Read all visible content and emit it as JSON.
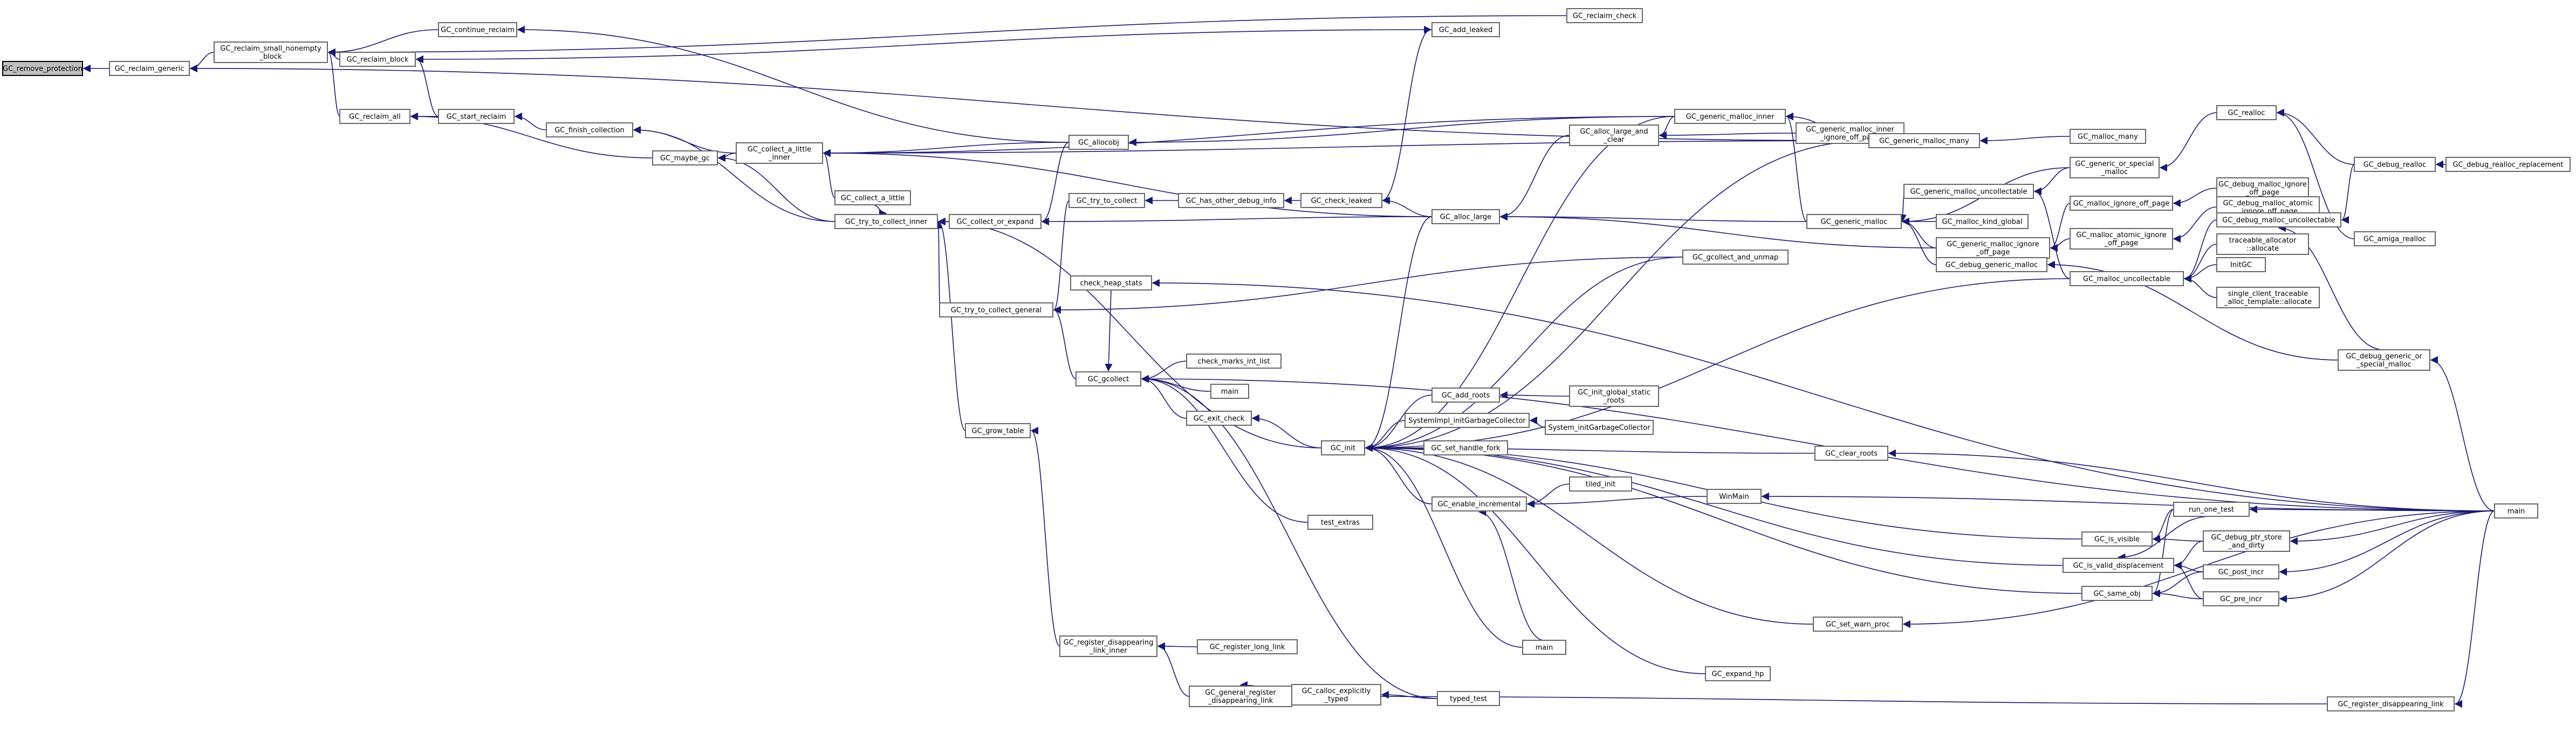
{
  "colors": {
    "edge": "#191970",
    "node_border": "#666666",
    "root_fill": "#bfbfbf"
  },
  "root": "GC_remove_protection",
  "nodes": {
    "remove_protection": [
      "GC_remove_protection"
    ],
    "reclaim_generic": [
      "GC_reclaim_generic"
    ],
    "reclaim_small": [
      "GC_reclaim_small_nonempty",
      "_block"
    ],
    "continue_reclaim": [
      "GC_continue_reclaim"
    ],
    "reclaim_block": [
      "GC_reclaim_block"
    ],
    "reclaim_check": [
      "GC_reclaim_check"
    ],
    "reclaim_all": [
      "GC_reclaim_all"
    ],
    "start_reclaim": [
      "GC_start_reclaim"
    ],
    "finish_collection": [
      "GC_finish_collection"
    ],
    "maybe_gc": [
      "GC_maybe_gc"
    ],
    "collect_a_little_inner": [
      "GC_collect_a_little",
      "_inner"
    ],
    "collect_a_little": [
      "GC_collect_a_little"
    ],
    "try_to_collect_inner": [
      "GC_try_to_collect_inner"
    ],
    "collect_or_expand": [
      "GC_collect_or_expand"
    ],
    "allocobj": [
      "GC_allocobj"
    ],
    "add_leaked": [
      "GC_add_leaked"
    ],
    "try_to_collect": [
      "GC_try_to_collect"
    ],
    "has_other_debug_info": [
      "GC_has_other_debug_info"
    ],
    "check_leaked": [
      "GC_check_leaked"
    ],
    "try_to_collect_general": [
      "GC_try_to_collect_general"
    ],
    "alloc_large": [
      "GC_alloc_large"
    ],
    "alloc_large_and_clear": [
      "GC_alloc_large_and",
      "_clear"
    ],
    "generic_malloc_inner": [
      "GC_generic_malloc_inner"
    ],
    "generic_malloc_inner_ignore": [
      "GC_generic_malloc_inner",
      "_ignore_off_page"
    ],
    "generic_malloc_many": [
      "GC_generic_malloc_many"
    ],
    "malloc_many": [
      "GC_malloc_many"
    ],
    "generic_malloc": [
      "GC_generic_malloc"
    ],
    "generic_malloc_uncollectable": [
      "GC_generic_malloc_uncollectable"
    ],
    "malloc_kind_global": [
      "GC_malloc_kind_global"
    ],
    "generic_malloc_ignore": [
      "GC_generic_malloc_ignore",
      "_off_page"
    ],
    "debug_generic_malloc": [
      "GC_debug_generic_malloc"
    ],
    "generic_or_special": [
      "GC_generic_or_special",
      "_malloc"
    ],
    "malloc_ignore_off_page": [
      "GC_malloc_ignore_off_page"
    ],
    "malloc_atomic_ignore": [
      "GC_malloc_atomic_ignore",
      "_off_page"
    ],
    "malloc_uncollectable": [
      "GC_malloc_uncollectable"
    ],
    "realloc": [
      "GC_realloc"
    ],
    "debug_malloc_ignore": [
      "GC_debug_malloc_ignore",
      "_off_page"
    ],
    "debug_malloc_atomic_ignore": [
      "GC_debug_malloc_atomic",
      "_ignore_off_page"
    ],
    "debug_malloc_uncollectable": [
      "GC_debug_malloc_uncollectable"
    ],
    "debug_realloc": [
      "GC_debug_realloc"
    ],
    "debug_realloc_replacement": [
      "GC_debug_realloc_replacement"
    ],
    "amiga_realloc": [
      "GC_amiga_realloc"
    ],
    "traceable_allocator": [
      "traceable_allocator",
      "::allocate"
    ],
    "initGC": [
      "InitGC"
    ],
    "single_client": [
      "single_client_traceable",
      "_alloc_template::allocate"
    ],
    "debug_generic_or_special": [
      "GC_debug_generic_or",
      "_special_malloc"
    ],
    "gcollect_and_unmap": [
      "GC_gcollect_and_unmap"
    ],
    "check_heap_stats": [
      "check_heap_stats"
    ],
    "gcollect": [
      "GC_gcollect"
    ],
    "check_marks_int_list": [
      "check_marks_int_list"
    ],
    "main_small": [
      "main"
    ],
    "exit_check": [
      "GC_exit_check"
    ],
    "test_extras": [
      "test_extras"
    ],
    "grow_table": [
      "GC_grow_table"
    ],
    "register_disappearing_link_inner": [
      "GC_register_disappearing",
      "_link_inner"
    ],
    "register_long_link": [
      "GC_register_long_link"
    ],
    "general_register_disappearing": [
      "GC_general_register",
      "_disappearing_link"
    ],
    "calloc_explicitly_typed": [
      "GC_calloc_explicitly",
      "_typed"
    ],
    "typed_test": [
      "typed_test"
    ],
    "init": [
      "GC_init"
    ],
    "add_roots": [
      "GC_add_roots"
    ],
    "init_global_static_roots": [
      "GC_init_global_static",
      "_roots"
    ],
    "system_impl_init": [
      "SystemImpl_initGarbageCollector"
    ],
    "system_init": [
      "System_initGarbageCollector"
    ],
    "set_handle_fork": [
      "GC_set_handle_fork"
    ],
    "clear_roots": [
      "GC_clear_roots"
    ],
    "enable_incremental": [
      "GC_enable_incremental"
    ],
    "tiled_init": [
      "tiled_init"
    ],
    "winmain": [
      "WinMain"
    ],
    "main_mid": [
      "main"
    ],
    "is_visible": [
      "GC_is_visible"
    ],
    "is_valid_displacement": [
      "GC_is_valid_displacement"
    ],
    "same_obj": [
      "GC_same_obj"
    ],
    "init_warn_proc": [
      "GC_set_warn_proc"
    ],
    "expand_hp": [
      "GC_expand_hp"
    ],
    "run_one_test": [
      "run_one_test"
    ],
    "debug_ptr_store": [
      "GC_debug_ptr_store",
      "_and_dirty"
    ],
    "post_incr": [
      "GC_post_incr"
    ],
    "pre_incr": [
      "GC_pre_incr"
    ],
    "register_disappearing_link": [
      "GC_register_disappearing_link"
    ],
    "main_right": [
      "main"
    ]
  }
}
